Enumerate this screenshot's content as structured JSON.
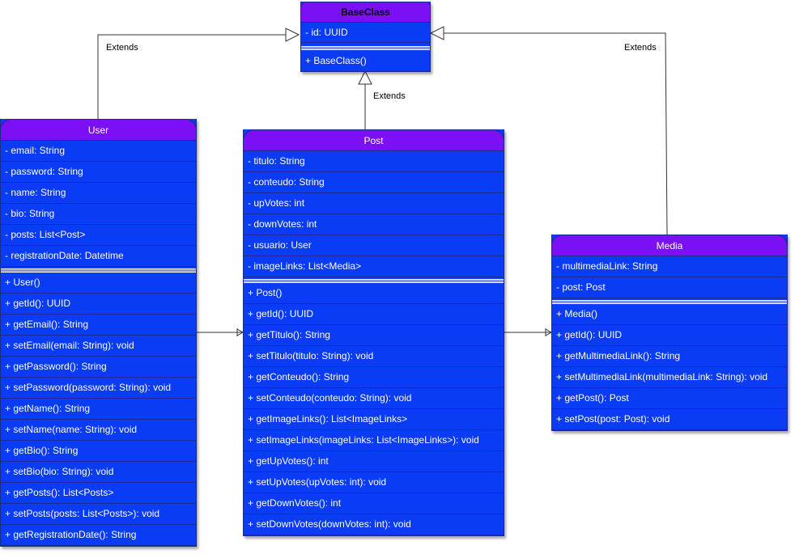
{
  "classes": {
    "base": {
      "name": "BaseClass",
      "attributes": [
        "- id: UUID"
      ],
      "methods": [
        "+ BaseClass()"
      ]
    },
    "user": {
      "name": "User",
      "attributes": [
        "- email: String",
        "- password: String",
        "- name: String",
        "- bio: String",
        "- posts: List<Post>",
        "- registrationDate: Datetime"
      ],
      "methods": [
        "+ User()",
        "+ getId(): UUID",
        "+ getEmail(): String",
        "+ setEmail(email: String): void",
        "+ getPassword(): String",
        "+ setPassword(password: String): void",
        "+ getName(): String",
        "+ setName(name: String): void",
        "+ getBio(): String",
        "+ setBio(bio: String): void",
        "+ getPosts(): List<Posts>",
        "+ setPosts(posts: List<Posts>): void",
        "+ getRegistrationDate(): String"
      ]
    },
    "post": {
      "name": "Post",
      "attributes": [
        "- titulo: String",
        "- conteudo: String",
        "- upVotes: int",
        "- downVotes: int",
        "- usuario: User",
        "- imageLinks: List<Media>"
      ],
      "methods": [
        "+ Post()",
        "+ getId(): UUID",
        "+ getTitulo(): String",
        "+ setTitulo(titulo: String): void",
        "+ getConteudo(): String",
        "+ setConteudo(conteudo: String): void",
        "+ getImageLinks(): List<ImageLinks>",
        "+ setImageLinks(imageLinks: List<ImageLinks>): void",
        "+ getUpVotes(): int",
        "+ setUpVotes(upVotes: int): void",
        "+ getDownVotes(): int",
        "+ setDownVotes(downVotes: int): void"
      ]
    },
    "media": {
      "name": "Media",
      "attributes": [
        "- multimediaLink: String",
        "- post: Post"
      ],
      "methods": [
        "+ Media()",
        "+ getId(): UUID",
        "+ getMultimediaLink(): String",
        "+ setMultimediaLink(multimediaLink: String): void",
        "+ getPost(): Post",
        "+ setPost(post: Post): void"
      ]
    }
  },
  "relations": {
    "user_extends": "Extends",
    "post_extends": "Extends",
    "media_extends": "Extends"
  },
  "colors": {
    "header": "#7a10f3",
    "body": "#0a3bf5",
    "border": "#1c2a8a",
    "line": "#333333"
  }
}
